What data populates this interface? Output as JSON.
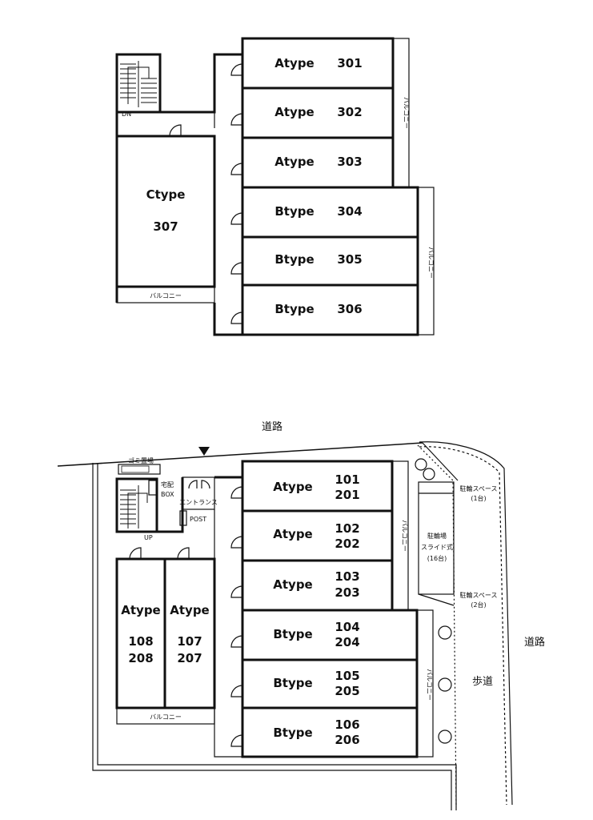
{
  "third_floor": {
    "units": [
      {
        "type": "Atype",
        "number": "301"
      },
      {
        "type": "Atype",
        "number": "302"
      },
      {
        "type": "Atype",
        "number": "303"
      },
      {
        "type": "Btype",
        "number": "304"
      },
      {
        "type": "Btype",
        "number": "305"
      },
      {
        "type": "Btype",
        "number": "306"
      }
    ],
    "c_unit": {
      "type": "Ctype",
      "number": "307"
    },
    "balcony_label": "バルコニー",
    "stair_label": "DN"
  },
  "ground_floor": {
    "units": [
      {
        "type": "Atype",
        "number1": "101",
        "number2": "201"
      },
      {
        "type": "Atype",
        "number1": "102",
        "number2": "202"
      },
      {
        "type": "Atype",
        "number1": "103",
        "number2": "203"
      },
      {
        "type": "Btype",
        "number1": "104",
        "number2": "204"
      },
      {
        "type": "Btype",
        "number1": "105",
        "number2": "205"
      },
      {
        "type": "Btype",
        "number1": "106",
        "number2": "206"
      }
    ],
    "left_units": [
      {
        "type": "Atype",
        "number1": "108",
        "number2": "208"
      },
      {
        "type": "Atype",
        "number1": "107",
        "number2": "207"
      }
    ],
    "balcony_label": "バルコニー",
    "stair_label": "UP",
    "garbage_label": "ゴミ置場",
    "delivery_box_label": "宅配",
    "delivery_box_label2": "BOX",
    "entrance_label": "エントランス",
    "post_label": "POST",
    "bike_parking_top": "駐輪スペース",
    "bike_parking_top_count": "(1台)",
    "bike_parking_label": "駐輪場",
    "bike_parking_type": "スライド式",
    "bike_parking_count": "(16台)",
    "bike_parking_bottom": "駐輪スペース",
    "bike_parking_bottom_count": "(2台)",
    "road_top": "道路",
    "road_right": "道路",
    "sidewalk": "歩道"
  }
}
